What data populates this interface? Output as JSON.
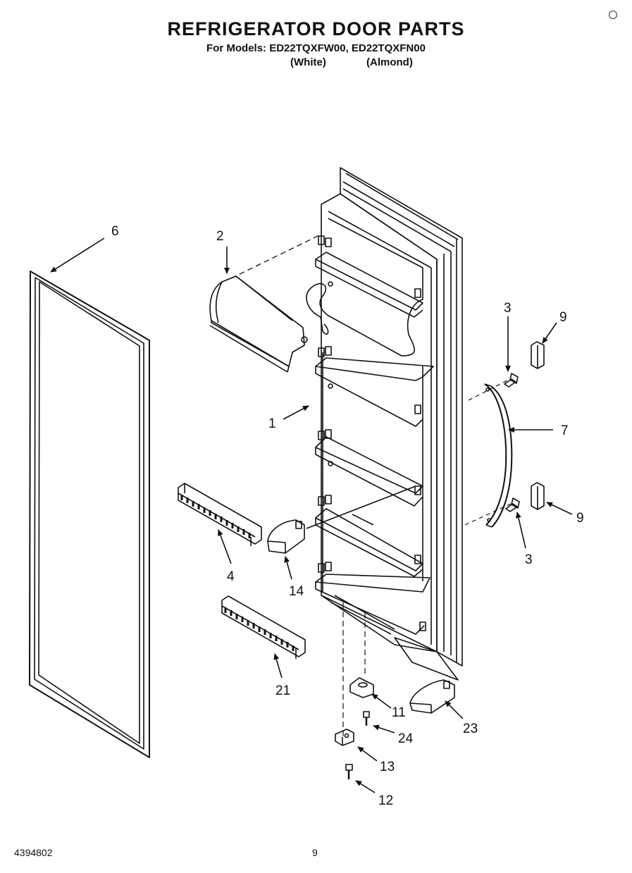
{
  "header": {
    "title": "REFRIGERATOR DOOR PARTS",
    "models": "For Models: ED22TQXFW00, ED22TQXFN00",
    "variant_white": "(White)",
    "variant_almond": "(Almond)"
  },
  "callouts": {
    "c1": "1",
    "c2": "2",
    "c3a": "3",
    "c3b": "3",
    "c4": "4",
    "c6": "6",
    "c7": "7",
    "c9a": "9",
    "c9b": "9",
    "c11": "11",
    "c12": "12",
    "c13": "13",
    "c14": "14",
    "c21": "21",
    "c23": "23",
    "c24": "24"
  },
  "footer": {
    "doc_number": "4394802",
    "page_number": "9"
  }
}
